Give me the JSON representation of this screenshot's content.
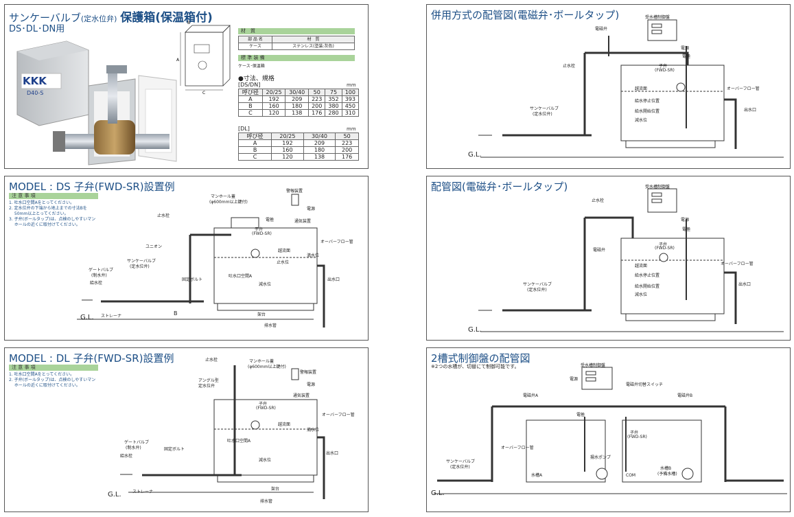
{
  "panel1": {
    "title_a": "サンケーバルブ",
    "title_b": "(定水位弁)",
    "title_c": "保護箱(保温箱付)",
    "subtitle": "DS･DL･DN用",
    "material_bar": "材　質",
    "material_head": [
      "部 品 名",
      "材　質"
    ],
    "material_row": [
      "ケース",
      "ステンレス(塗装:灰色)"
    ],
    "equip_bar": "標 準 装 備",
    "equip_text": "ケース･保温箱",
    "dim_title": "●寸法、規格",
    "ds_label": "[DS/DN]",
    "mm": "mm",
    "ds_rows": [
      [
        "呼び径",
        "20/25",
        "30/40",
        "50",
        "75",
        "100"
      ],
      [
        "A",
        "192",
        "209",
        "223",
        "352",
        "393"
      ],
      [
        "B",
        "160",
        "180",
        "200",
        "380",
        "450"
      ],
      [
        "C",
        "120",
        "138",
        "176",
        "280",
        "310"
      ]
    ],
    "dl_label": "[DL]",
    "dl_rows": [
      [
        "呼び径",
        "20/25",
        "30/40",
        "50"
      ],
      [
        "A",
        "192",
        "209",
        "223"
      ],
      [
        "B",
        "160",
        "180",
        "200"
      ],
      [
        "C",
        "120",
        "138",
        "176"
      ]
    ],
    "box_logo": "KKK",
    "box_model": "D40-S"
  },
  "panel2": {
    "title": "併用方式の配管図(電磁弁･ボールタップ)",
    "labels": [
      "電磁弁",
      "受水槽制御盤",
      "電源",
      "電極",
      "止水栓",
      "子弁",
      "(FWD-SR)",
      "越流面",
      "オーバーフロー管",
      "給水停止位置",
      "給水開始位置",
      "減水位",
      "出水口",
      "サンケーバルブ",
      "(定水位弁)",
      "G.L."
    ]
  },
  "panel3": {
    "title": "MODEL : DS 子弁(FWD-SR)設置例",
    "notes_bar": "注 意 事 項",
    "notes": [
      "1. 吐水口空間Aをとってください。",
      "2. 定水位弁の下端から地上までの寸法Bを",
      "　 50mm以上とってください。",
      "3. 子弁(ボールタップ)は、点検のしやすいマン",
      "　 ホールの近くに取付けてください。"
    ],
    "labels": [
      "マンホール蓋",
      "(φ600mm以上鍵付)",
      "警報装置",
      "電源",
      "止水栓",
      "通気装置",
      "電極",
      "子弁",
      "(FWD-SR)",
      "越流面",
      "止水位",
      "オーバーフロー管",
      "満水位",
      "ユニオン",
      "サンケーバルブ",
      "(定水位弁)",
      "ゲートバルブ",
      "(制水弁)",
      "給水栓",
      "固定ボルト",
      "吐水口空間A",
      "減水位",
      "出水口",
      "架台",
      "排水管",
      "ストレーナ",
      "G.L.",
      "B"
    ]
  },
  "panel4": {
    "title": "配管図(電磁弁･ボールタップ)",
    "labels": [
      "受水槽制御盤",
      "止水栓",
      "電源",
      "電極",
      "電磁弁",
      "子弁",
      "(FWD-SR)",
      "越流面",
      "オーバーフロー管",
      "給水停止位置",
      "給水開始位置",
      "減水位",
      "出水口",
      "サンケーバルブ",
      "(定水位弁)",
      "G.L."
    ]
  },
  "panel5": {
    "title": "MODEL : DL 子弁(FWD-SR)設置例",
    "notes_bar": "注 意 事 項",
    "notes": [
      "1. 吐水口空間Aをとってください。",
      "2. 子弁(ボールタップ)は、点検のしやすいマン",
      "　 ホールの近くに取付けてください。"
    ],
    "labels": [
      "止水栓",
      "マンホール蓋",
      "(φ600mm以上鍵付)",
      "警報装置",
      "電源",
      "アングル型",
      "定水位弁",
      "通気装置",
      "子弁",
      "(FWD-SR)",
      "越流面",
      "オーバーフロー管",
      "満水位",
      "ゲートバルブ",
      "(制水弁)",
      "給水栓",
      "固定ボルト",
      "吐水口空間A",
      "減水位",
      "出水口",
      "架台",
      "排水管",
      "ストレーナ",
      "G.L."
    ]
  },
  "panel6": {
    "title": "2槽式制御盤の配管図",
    "note": "※2つの水槽が、切替にて制御可能です。",
    "labels": [
      "受水槽制御盤",
      "電源",
      "電磁弁切替スイッチ",
      "電磁弁A",
      "電磁弁B",
      "電極",
      "揚水ポンプ",
      "水槽A",
      "水槽B",
      "(予備水槽)",
      "サンケーバルブ",
      "(定水位弁)",
      "オーバーフロー管",
      "子弁",
      "(FWD-SR)",
      "G.L.",
      "COM"
    ]
  }
}
